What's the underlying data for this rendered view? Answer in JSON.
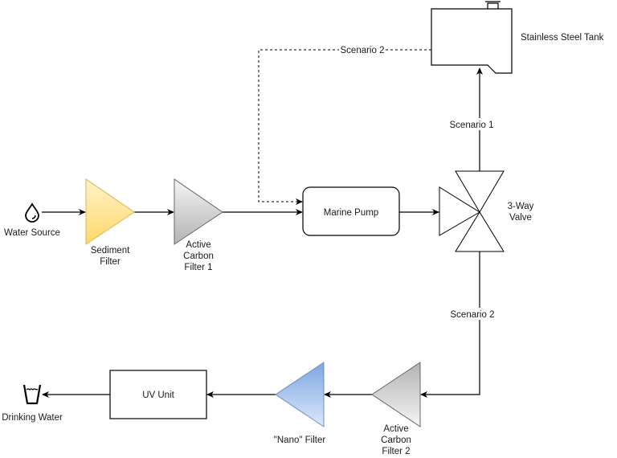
{
  "diagram": {
    "title": "Water Purification Flow",
    "colors": {
      "line": "#000000",
      "sediment_top": "#fff2cc",
      "sediment_bottom": "#ffd966",
      "sediment_stroke": "#d6b656",
      "carbon_top": "#f5f5f5",
      "carbon_bottom": "#b3b3b3",
      "carbon_stroke": "#666666",
      "nano_top": "#7ea6e0",
      "nano_bottom": "#dae8fc",
      "nano_stroke": "#6c8ebf"
    },
    "nodes": {
      "water_source": {
        "label": "Water Source",
        "icon": "water-drop-icon"
      },
      "sediment_filter": {
        "lines": [
          "Sediment",
          "Filter"
        ]
      },
      "carbon_filter_1": {
        "lines": [
          "Active",
          "Carbon",
          "Filter 1"
        ]
      },
      "marine_pump": {
        "label": "Marine Pump"
      },
      "valve": {
        "lines": [
          "3-Way",
          "Valve"
        ]
      },
      "tank": {
        "label": "Stainless Steel Tank"
      },
      "carbon_filter_2": {
        "lines": [
          "Active",
          "Carbon",
          "Filter 2"
        ]
      },
      "nano_filter": {
        "label": "\"Nano\" Filter"
      },
      "uv_unit": {
        "label": "UV Unit"
      },
      "drinking_water": {
        "label": "Drinking Water",
        "icon": "drinking-glass-icon"
      }
    },
    "edges": {
      "tank_to_pump": {
        "label": "Scenario 2",
        "style": "dashed"
      },
      "valve_to_tank": {
        "label": "Scenario 1",
        "style": "solid"
      },
      "valve_to_carbon2": {
        "label": "Scenario 2",
        "style": "solid"
      }
    }
  }
}
